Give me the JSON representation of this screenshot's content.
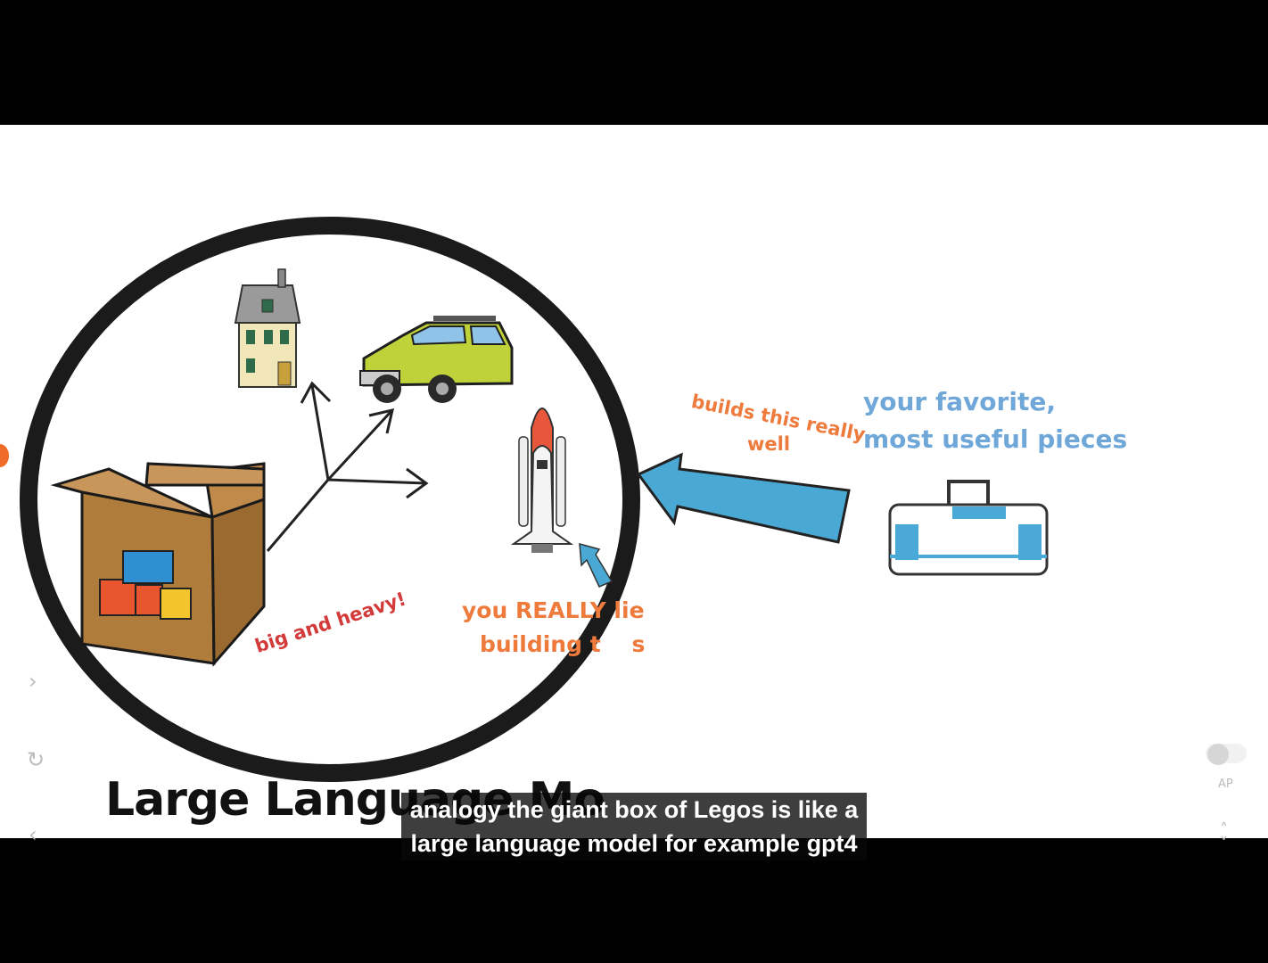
{
  "video": {
    "labels": {
      "builds_line1": "builds this really",
      "builds_line2": "well",
      "favorite_line1": "your favorite,",
      "favorite_line2": "most useful pieces",
      "big_heavy": "big and heavy!",
      "really_line1": "you REALLY li",
      "really_line2": "building t",
      "really_line2_end": "s",
      "really_line1_end": "e",
      "llm_title": "Large Language Mo"
    },
    "colors": {
      "orange": "#ee7a3c",
      "blue": "#6fa8d8",
      "red": "#d33a3a"
    }
  },
  "captions": {
    "line1": "analogy the giant box of Legos is like a",
    "line2": "large language model for example gpt4"
  },
  "controls": {
    "autoplay_label": "AP",
    "icons": [
      "chevron-right-icon",
      "replay-icon",
      "chevron-left-icon",
      "chevron-up-icon",
      "chevron-down-icon"
    ]
  }
}
